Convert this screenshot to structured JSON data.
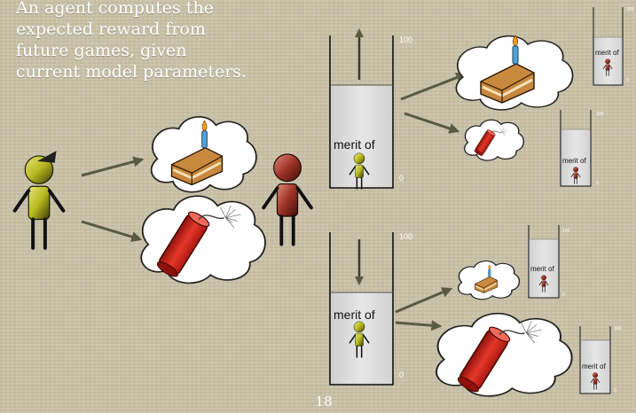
{
  "slide": {
    "caption": "An agent computes the expected reward from future games, given current model parameters.",
    "page_number": "18"
  },
  "icons": [
    "agent-figure-icon",
    "opponent-figure-icon",
    "cake-icon",
    "dynamite-icon",
    "thought-bubble-icon",
    "arrow-up-icon",
    "arrow-down-icon"
  ],
  "containers": {
    "upper": {
      "label": "merit of",
      "max_tick": "100",
      "min_tick": "0",
      "direction": "up"
    },
    "lower": {
      "label": "merit of",
      "max_tick": "100",
      "min_tick": "0",
      "direction": "down"
    },
    "upper_cake_small": {
      "label": "merit of",
      "max_tick": "100",
      "min_tick": "0"
    },
    "upper_bomb_small": {
      "label": "merit of",
      "max_tick": "100",
      "min_tick": "0"
    },
    "lower_cake_small": {
      "label": "merit of",
      "max_tick": "100",
      "min_tick": "0"
    },
    "lower_bomb_small": {
      "label": "merit of",
      "max_tick": "100",
      "min_tick": "0"
    }
  },
  "colors": {
    "background": "#cac2a7",
    "arrow": "#5a5a42",
    "agent_figure": "#b8b81e",
    "opponent_figure": "#9e3226",
    "container_fill": "#dcdcdc",
    "cake": "#c8893e",
    "dynamite": "#d6281e"
  }
}
